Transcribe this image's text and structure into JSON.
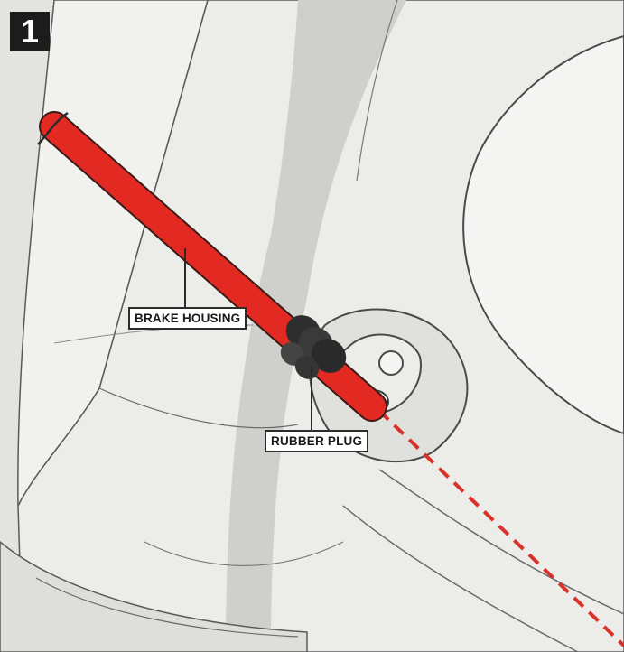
{
  "step": {
    "number": "1"
  },
  "callouts": {
    "brake_housing": "BRAKE HOUSING",
    "rubber_plug": "RUBBER PLUG"
  },
  "colors": {
    "housing": "#e32a22",
    "plug": "#2a2a2a",
    "frame_light": "#efefed",
    "frame_shadow": "#c9c9c6",
    "outline": "#4a4a4a",
    "badge": "#1c1c1c"
  },
  "icons": {
    "step_badge": "step-number-badge",
    "cable_path": "dashed-cable-route"
  }
}
